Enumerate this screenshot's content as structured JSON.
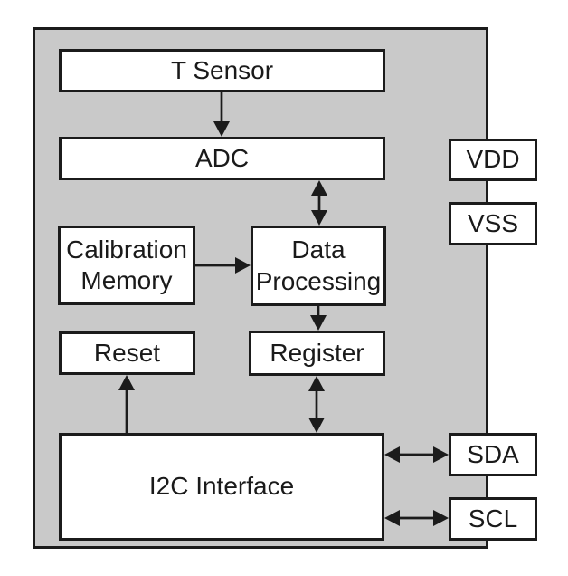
{
  "colors": {
    "chip-fill": "#c9c9c9",
    "block-fill": "#ffffff",
    "line": "#1b1b1b",
    "text": "#1a1a1a",
    "page-bg": "#ffffff"
  },
  "diagram": {
    "blocks": {
      "t_sensor": "T Sensor",
      "adc": "ADC",
      "calibration_memory": "Calibration\nMemory",
      "data_processing": "Data\nProcessing",
      "reset": "Reset",
      "register": "Register",
      "i2c_interface": "I2C Interface"
    },
    "pins": {
      "vdd": "VDD",
      "vss": "VSS",
      "sda": "SDA",
      "scl": "SCL"
    },
    "connections": [
      {
        "from": "T Sensor",
        "to": "ADC",
        "bidirectional": false
      },
      {
        "from": "ADC",
        "to": "Data Processing",
        "bidirectional": true
      },
      {
        "from": "Calibration Memory",
        "to": "Data Processing",
        "bidirectional": false
      },
      {
        "from": "Data Processing",
        "to": "Register",
        "bidirectional": false
      },
      {
        "from": "Register",
        "to": "I2C Interface",
        "bidirectional": true
      },
      {
        "from": "I2C Interface",
        "to": "Reset",
        "bidirectional": false
      },
      {
        "from": "I2C Interface",
        "to": "SDA",
        "bidirectional": true
      },
      {
        "from": "I2C Interface",
        "to": "SCL",
        "bidirectional": true
      }
    ]
  }
}
